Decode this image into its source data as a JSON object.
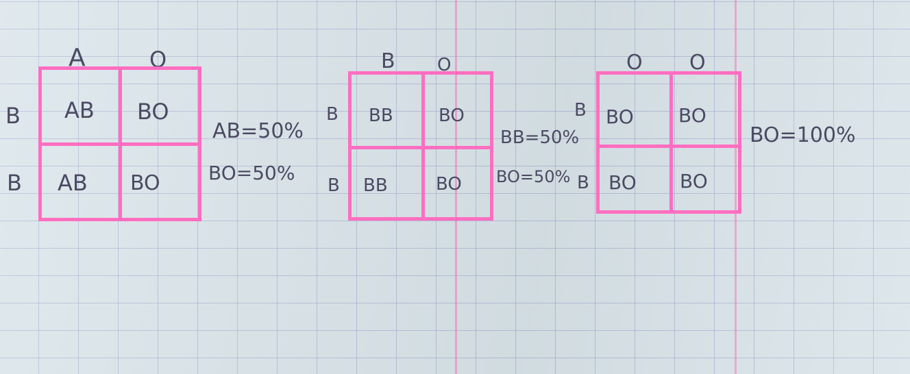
{
  "square1": {
    "top_labels": [
      "A",
      "O"
    ],
    "row_labels": [
      "B",
      "B"
    ],
    "cells": [
      [
        "AB",
        "BO"
      ],
      [
        "AB",
        "BO"
      ]
    ],
    "results": [
      "AB=50%",
      "BO=50%"
    ]
  },
  "square2": {
    "top_labels": [
      "B",
      "O"
    ],
    "row_labels": [
      "B",
      "B"
    ],
    "cells": [
      [
        "BB",
        "BO"
      ],
      [
        "BB",
        "BO"
      ]
    ],
    "results": [
      "BB=50%",
      "BO=50%"
    ]
  },
  "square3": {
    "top_labels": [
      "O",
      "O"
    ],
    "row_labels": [
      "B",
      "B"
    ],
    "cells": [
      [
        "BO",
        "BO"
      ],
      [
        "BO",
        "BO"
      ]
    ],
    "results": [
      "BO=100%"
    ]
  },
  "colors": {
    "paper": "#d9e4e9",
    "grid": "#969ecd",
    "square_border": "#ff6ec0",
    "ink": "#4b4a62"
  }
}
